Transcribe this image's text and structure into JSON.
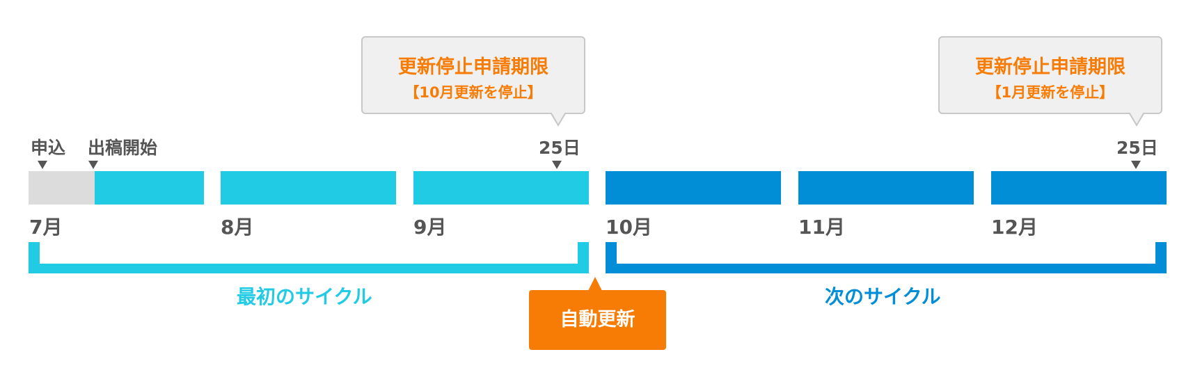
{
  "colors": {
    "first_cycle": "#22cbe4",
    "next_cycle": "#028ed6",
    "pre_start": "#dcdcdc",
    "accent": "#f77c05",
    "text": "#555555"
  },
  "milestones": {
    "apply": "申込",
    "start": "出稿開始",
    "day_25_first": "25日",
    "day_25_next": "25日"
  },
  "months": [
    "7月",
    "8月",
    "9月",
    "10月",
    "11月",
    "12月"
  ],
  "callouts": [
    {
      "title": "更新停止申請期限",
      "sub": "【10月更新を停止】"
    },
    {
      "title": "更新停止申請期限",
      "sub": "【1月更新を停止】"
    }
  ],
  "cycles": {
    "first": "最初のサイクル",
    "next": "次のサイクル"
  },
  "auto_renew": "自動更新"
}
